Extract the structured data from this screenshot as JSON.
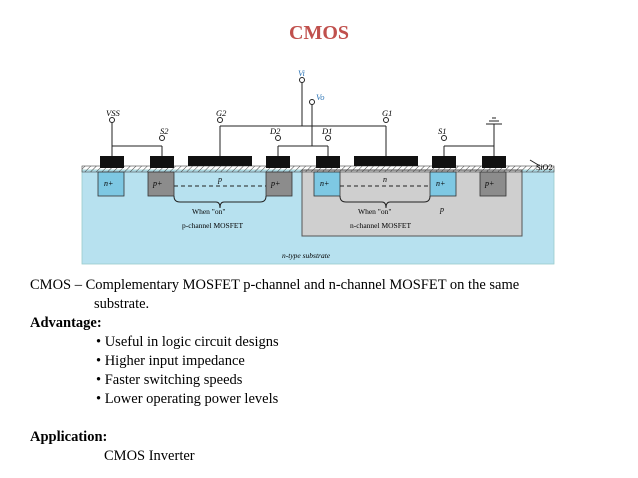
{
  "slide": {
    "title": "CMOS",
    "description_line1": "CMOS – Complementary MOSFET p-channel and n-channel MOSFET on the same",
    "description_line2": "substrate.",
    "advantage_heading": "Advantage:",
    "advantages": [
      "• Useful in logic circuit designs",
      "• Higher input impedance",
      "• Faster switching speeds",
      "• Lower operating power levels"
    ],
    "application_heading": "Application:",
    "application_item": "CMOS Inverter"
  },
  "diagram": {
    "vi": "Vi",
    "vo": "Vo",
    "vss": "VSS",
    "g2": "G2",
    "g1": "G1",
    "s2": "S2",
    "d2": "D2",
    "d1": "D1",
    "s1": "S1",
    "sio2": "SiO2",
    "n_plus": "n+",
    "p_plus": "p+",
    "p_region": "p",
    "n_region": "n",
    "when_on": "When \"on\"",
    "p_channel": "p-channel MOSFET",
    "n_channel": "n-channel MOSFET",
    "p_well": "p",
    "substrate": "n-type substrate",
    "colors": {
      "title": "#c0504d",
      "label_blue": "#2e75b6",
      "substrate": "#b7e1ef",
      "p_well": "#cfcfcf",
      "n_plus": "#7ec8e3",
      "p_plus": "#8c8c8c",
      "metal": "#111111"
    }
  }
}
